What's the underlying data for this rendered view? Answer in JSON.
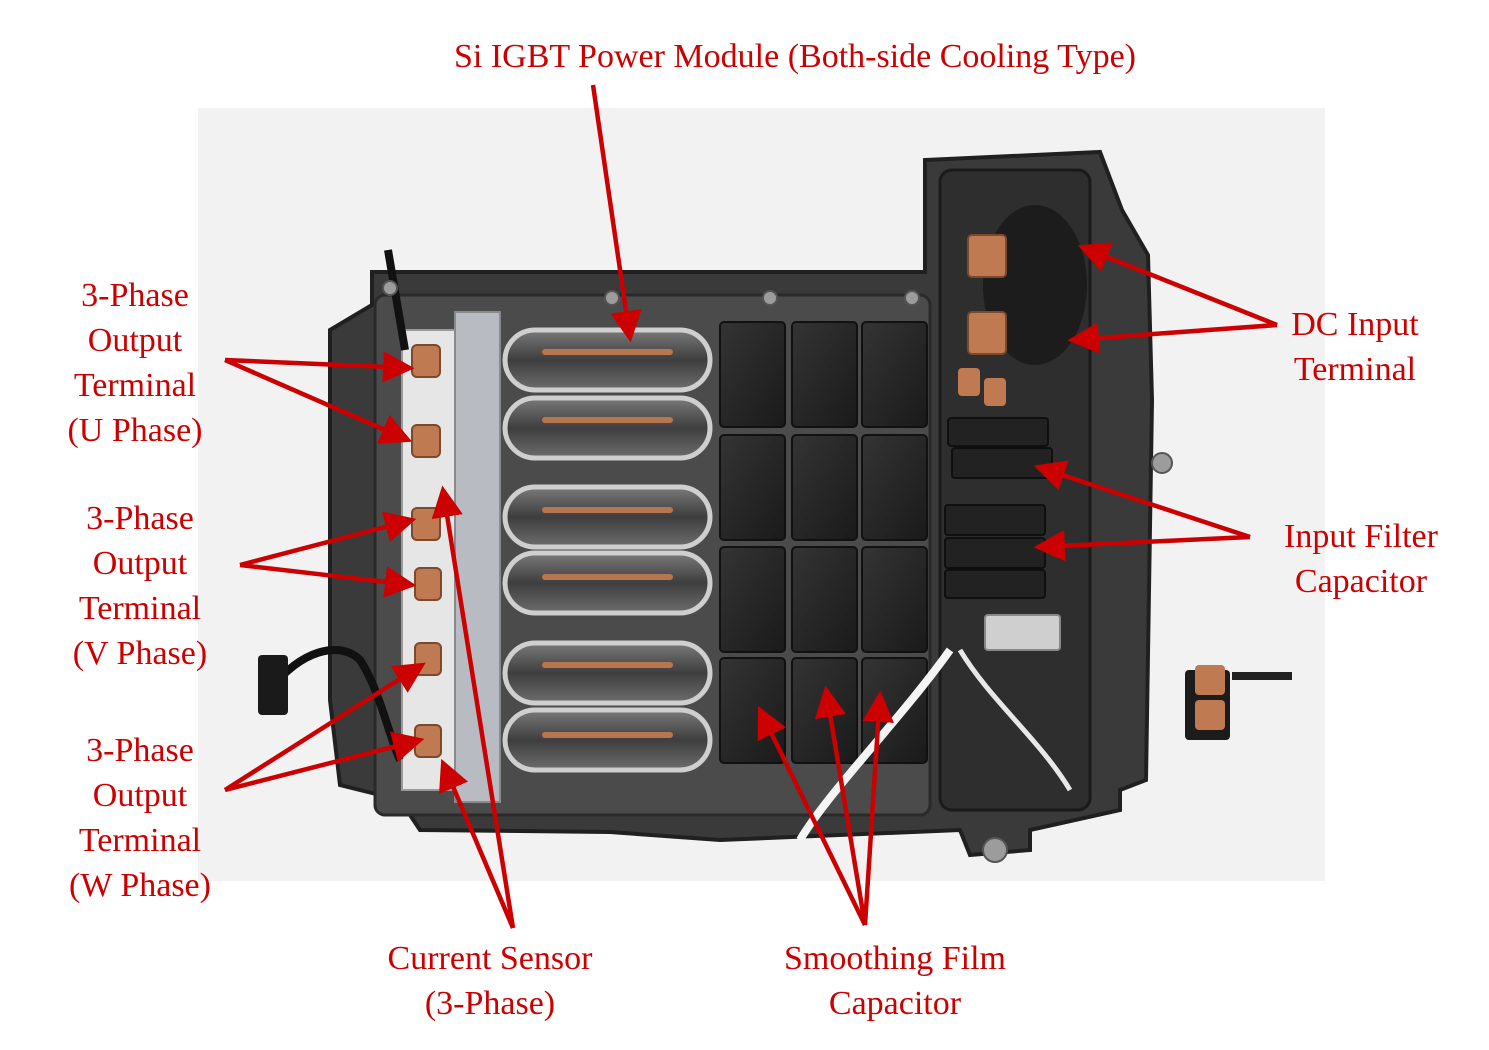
{
  "colors": {
    "label": "#cc0000",
    "arrow": "#cc0000",
    "backdrop": "#f2f2f2",
    "housing": "#3a3a3a",
    "capacitor": "#262626",
    "copper": "#c07a52",
    "busbar": "#e6e6e6"
  },
  "labels": {
    "power_module": [
      "Si IGBT Power Module (Both-side Cooling Type)"
    ],
    "dc_input": [
      "DC Input",
      "Terminal"
    ],
    "input_filter": [
      "Input Filter",
      "Capacitor"
    ],
    "u_phase": [
      "3-Phase",
      "Output",
      "Terminal",
      "(U Phase)"
    ],
    "v_phase": [
      "3-Phase",
      "Output",
      "Terminal",
      "(V Phase)"
    ],
    "w_phase": [
      "3-Phase",
      "Output",
      "Terminal",
      "(W Phase)"
    ],
    "current_sensor": [
      "Current Sensor",
      "(3-Phase)"
    ],
    "smoothing": [
      "Smoothing Film",
      "Capacitor"
    ]
  },
  "icons": {
    "arrow": "arrowhead-marker"
  }
}
